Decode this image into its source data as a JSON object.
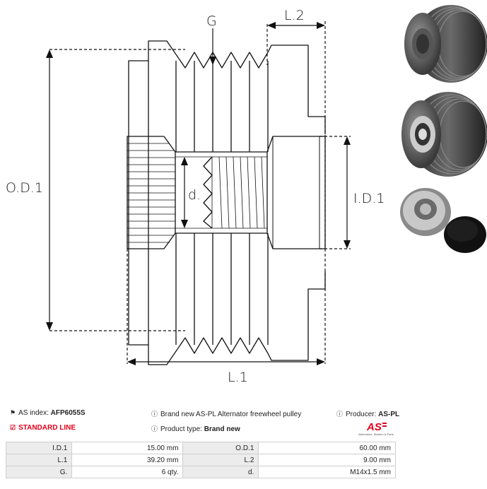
{
  "drawing": {
    "labels": {
      "groove": "G",
      "length2": "L.2",
      "outer_diameter": "O.D.1",
      "inner_diameter": "I.D.1",
      "thread": "d.",
      "length1": "L.1"
    }
  },
  "photos": [
    {
      "name": "pulley-photo-front-view"
    },
    {
      "name": "pulley-photo-side-view"
    },
    {
      "name": "pulley-photo-with-cap"
    }
  ],
  "info": {
    "as_index_label": "AS index:",
    "as_index_value": "AFP6055S",
    "description": "Brand new AS-PL Alternator freewheel pulley",
    "producer_label": "Producer:",
    "producer_value": "AS-PL",
    "line_label": "STANDARD LINE",
    "product_type_label": "Product type:",
    "product_type_value": "Brand new",
    "logo_text": "AS",
    "logo_tagline": "Alternators, Starters & Parts"
  },
  "specs": [
    {
      "k1": "I.D.1",
      "v1": "15.00 mm",
      "k2": "O.D.1",
      "v2": "60.00 mm"
    },
    {
      "k1": "L.1",
      "v1": "39.20 mm",
      "k2": "L.2",
      "v2": "9.00 mm"
    },
    {
      "k1": "G.",
      "v1": "6 qty.",
      "k2": "d.",
      "v2": "M14x1.5 mm"
    }
  ],
  "colors": {
    "accent_red": "#e3001b",
    "table_key_bg": "#ececec",
    "table_border": "#cfcfcf"
  }
}
